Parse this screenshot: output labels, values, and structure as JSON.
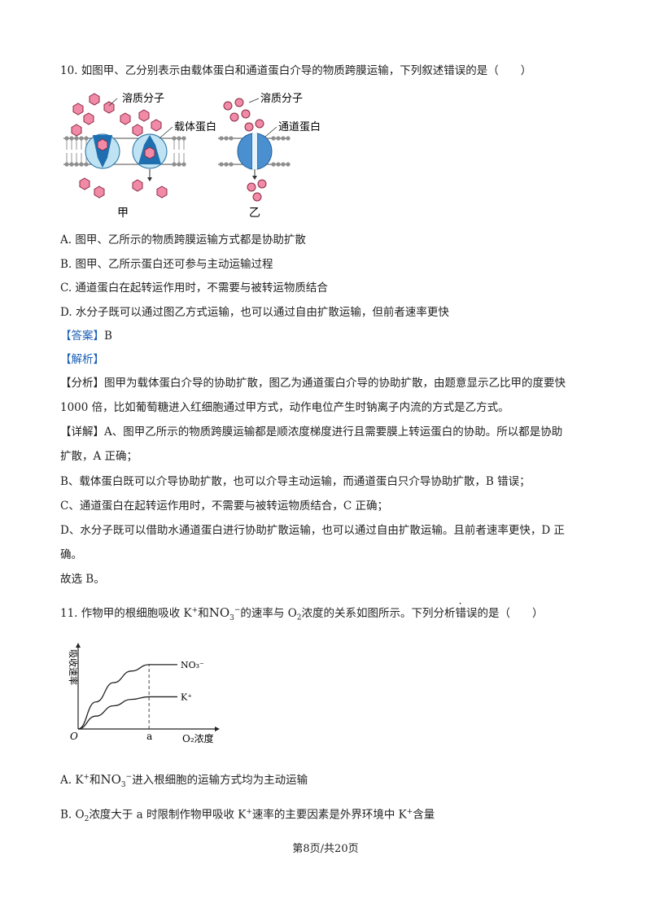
{
  "q10": {
    "stem": "10. 如图甲、乙分别表示由载体蛋白和通道蛋白介导的物质跨膜运输，下列叙述错误的是（　　）",
    "figure": {
      "solute_left": "溶质分子",
      "carrier": "载体蛋白",
      "solute_right": "溶质分子",
      "channel": "通道蛋白",
      "label_jia": "甲",
      "label_yi": "乙"
    },
    "options": [
      "A. 图甲、乙所示的物质跨膜运输方式都是协助扩散",
      "B. 图甲、乙所示蛋白还可参与主动运输过程",
      "C. 通道蛋白在起转运作用时，不需要与被转运物质结合",
      "D. 水分子既可以通过图乙方式运输，也可以通过自由扩散运输，但前者速率更快"
    ],
    "answer_tag": "【答案】",
    "answer_value": "B",
    "analysis_tag": "【解析】",
    "fenxi_tag": "【分析】",
    "fenxi_line1": "图甲为载体蛋白介导的协助扩散，图乙为通道蛋白介导的协助扩散，由题意显示乙比甲的度要快",
    "fenxi_line2": "1000 倍，比如葡萄糖进入红细胞通过甲方式，动作电位产生时钠离子内流的方式是乙方式。",
    "xiangjie_tag": "【详解】",
    "xiangjie_line1": "A、图甲乙所示的物质跨膜运输都是顺浓度梯度进行且需要膜上转运蛋白的协助。所以都是协助",
    "xiangjie_line2": "扩散，A 正确；",
    "xiangjie_b": "B、载体蛋白既可以介导协助扩散，也可以介导主动运输，而通道蛋白只介导协助扩散，B 错误；",
    "xiangjie_c": "C、通道蛋白在起转运作用时，不需要与被转运物质结合，C 正确；",
    "xiangjie_d1": "D、水分子既可以借助水通道蛋白进行协助扩散运输，也可以通过自由扩散运输。且前者速率更快，D 正",
    "xiangjie_d2": "确。",
    "conclusion": "故选 B。"
  },
  "q11": {
    "stem_a": "11. 作物甲的根细胞吸收 K",
    "stem_b": "和",
    "stem_c": "的速率与 O",
    "stem_d": "浓度的关系如图所示。下列分析",
    "stem_mark": "错误",
    "stem_e": "的是（　　）",
    "chart": {
      "ylabel": "吸收速率",
      "origin": "O",
      "x_tick": "a",
      "xlabel": "O₂浓度",
      "series_no3": "NO₃⁻",
      "series_k": "K⁺"
    },
    "option_a_1": "A. K",
    "option_a_2": "和",
    "option_a_3": "进入根细胞的运输方式均为主动运输",
    "option_b_1": "B. O",
    "option_b_2": "浓度大于 a 时限制作物甲吸收 K",
    "option_b_3": "速率的主要因素是外界环境中 K",
    "option_b_4": "含量"
  },
  "chart_data": {
    "type": "line",
    "xlabel": "O₂浓度",
    "ylabel": "吸收速率",
    "x_ticks": [
      "a"
    ],
    "series": [
      {
        "name": "NO₃⁻",
        "x": [
          0,
          0.25,
          0.5,
          0.75,
          1.0,
          1.4
        ],
        "values": [
          0,
          0.42,
          0.72,
          0.9,
          1.0,
          1.0
        ]
      },
      {
        "name": "K⁺",
        "x": [
          0,
          0.25,
          0.5,
          0.75,
          1.0,
          1.4
        ],
        "values": [
          0,
          0.2,
          0.36,
          0.46,
          0.5,
          0.5
        ]
      }
    ],
    "grid": false,
    "legend": "inline-right"
  },
  "footer": {
    "page": "第8页/共20页"
  }
}
